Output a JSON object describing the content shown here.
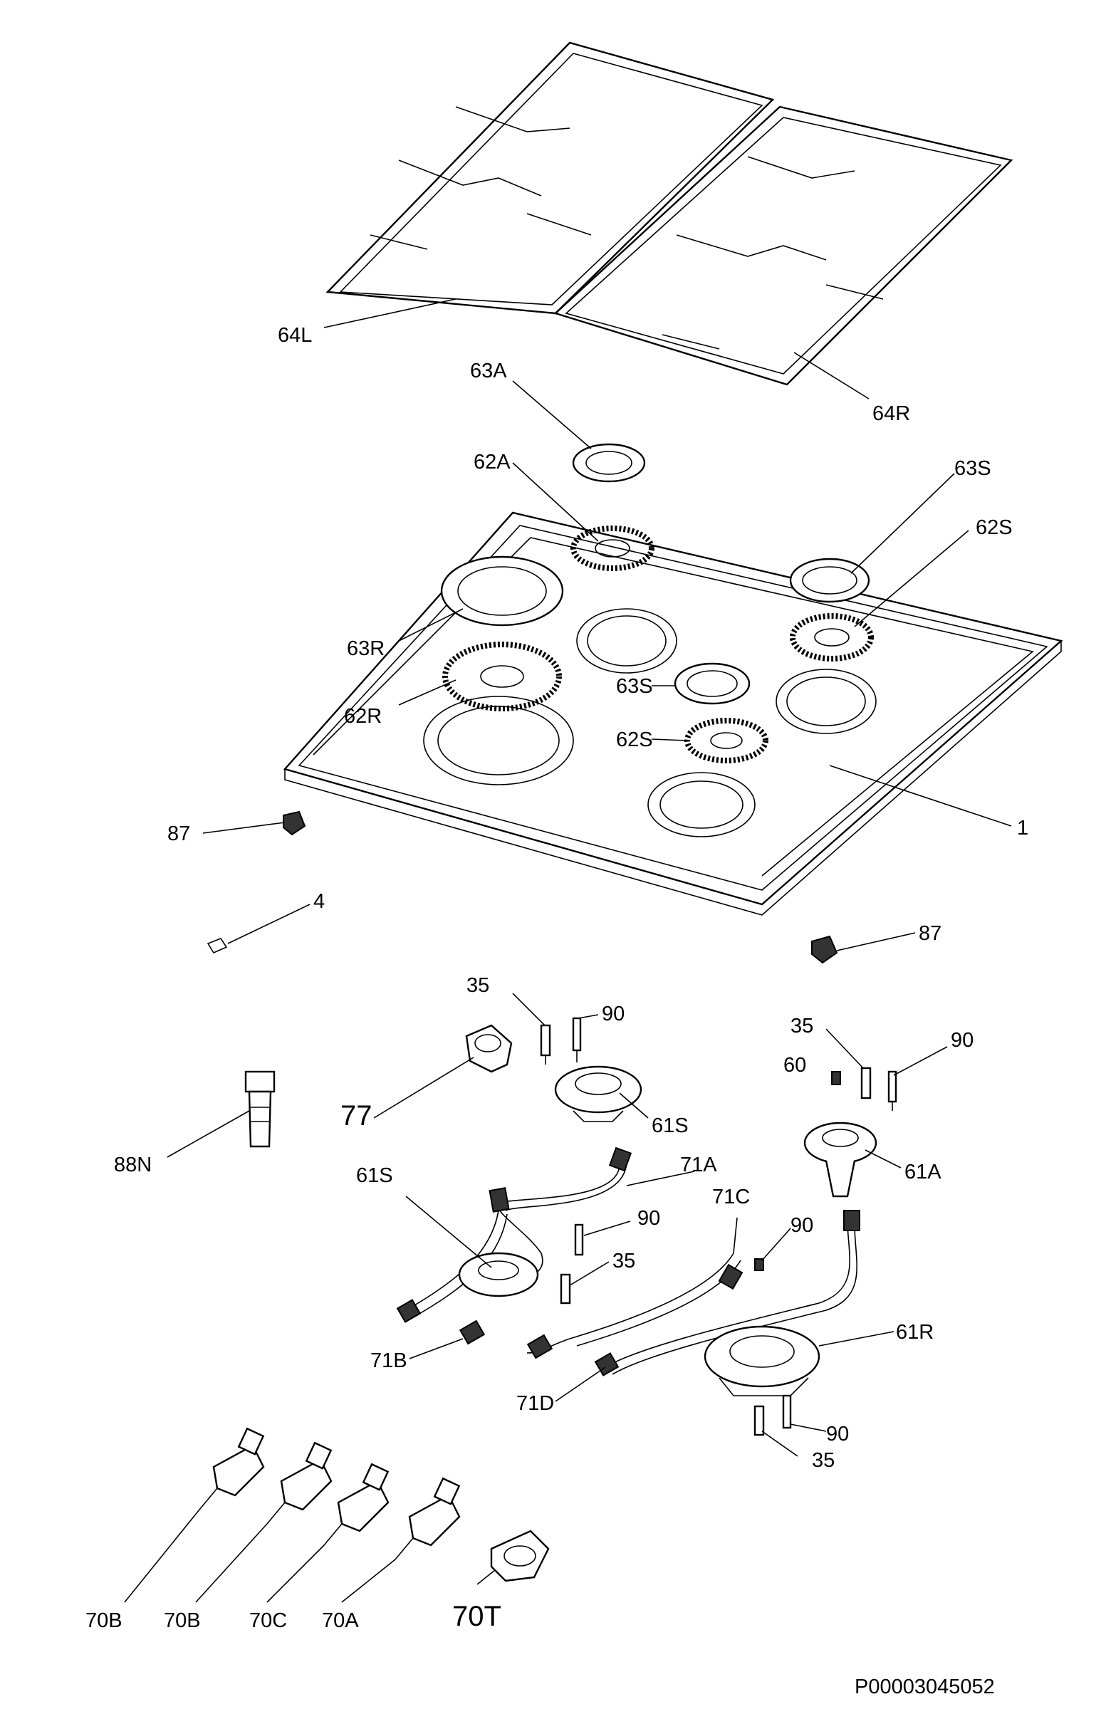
{
  "diagram": {
    "footer_code": "P00003045052",
    "labels": {
      "l64L": "64L",
      "l64R": "64R",
      "l63A": "63A",
      "l62A": "62A",
      "l63S_top": "63S",
      "l62S_top": "62S",
      "l63R": "63R",
      "l62R": "62R",
      "l63S_mid": "63S",
      "l62S_mid": "62S",
      "l1": "1",
      "l87_left": "87",
      "l87_right": "87",
      "l4": "4",
      "l35_a": "35",
      "l90_a": "90",
      "l77": "77",
      "l61S_a": "61S",
      "l35_b": "35",
      "l60": "60",
      "l90_b": "90",
      "l61A": "61A",
      "l88N": "88N",
      "l61S_b": "61S",
      "l71A": "71A",
      "l90_c": "90",
      "l71C": "71C",
      "l90_d": "90",
      "l35_c": "35",
      "l71B": "71B",
      "l61R": "61R",
      "l71D": "71D",
      "l90_e": "90",
      "l35_d": "35",
      "l70B_a": "70B",
      "l70B_b": "70B",
      "l70C": "70C",
      "l70A": "70A",
      "l70T": "70T"
    }
  }
}
